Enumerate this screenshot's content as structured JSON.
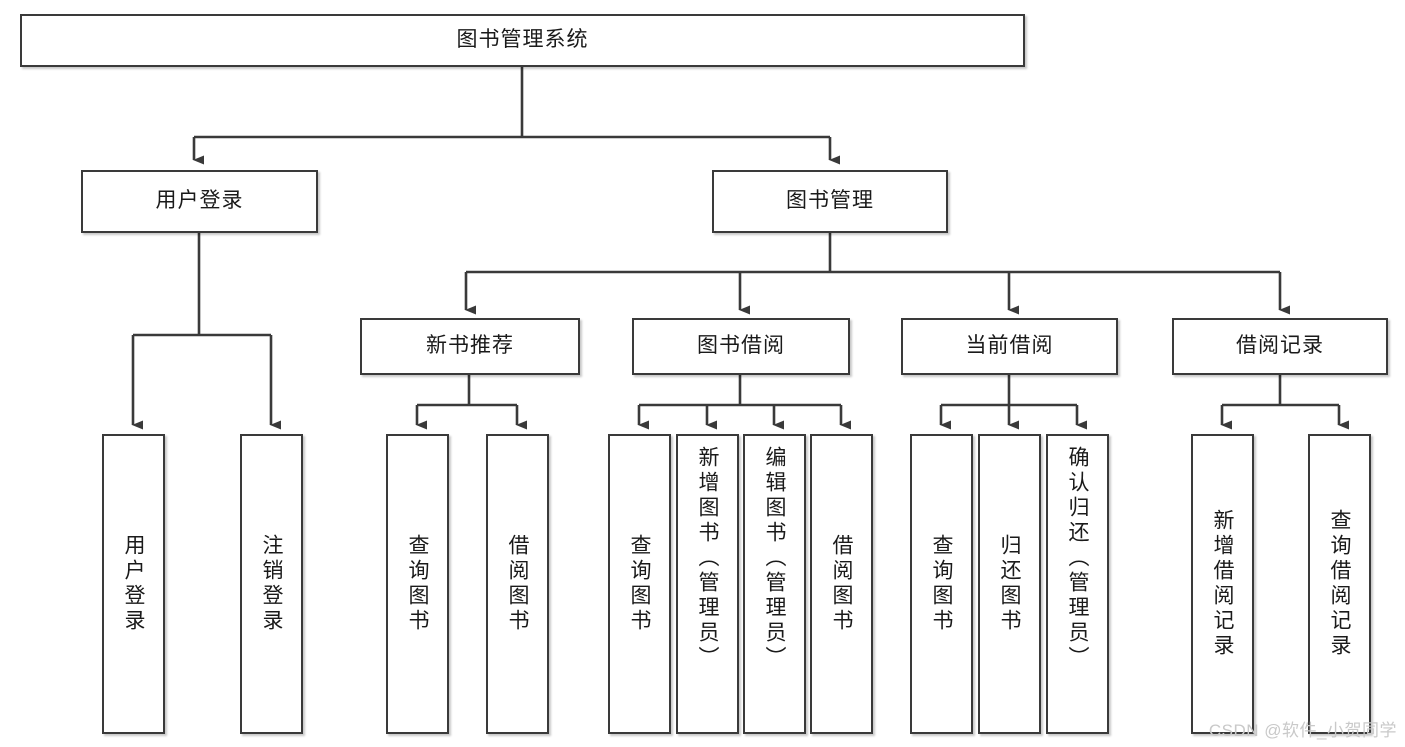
{
  "diagram": {
    "title_node": {
      "label": "图书管理系统"
    },
    "level2": [
      {
        "id": "user-login",
        "label": "用户登录"
      },
      {
        "id": "book-management",
        "label": "图书管理"
      }
    ],
    "level3": [
      {
        "id": "new-book-recommend",
        "label": "新书推荐"
      },
      {
        "id": "book-borrow",
        "label": "图书借阅"
      },
      {
        "id": "current-borrow",
        "label": "当前借阅"
      },
      {
        "id": "borrow-record",
        "label": "借阅记录"
      }
    ],
    "leaves": [
      {
        "id": "leaf-user-login",
        "label": "用户登录",
        "parent": "user-login"
      },
      {
        "id": "leaf-logout-login",
        "label": "注销登录",
        "parent": "user-login"
      },
      {
        "id": "leaf-query-book-1",
        "label": "查询图书",
        "parent": "new-book-recommend"
      },
      {
        "id": "leaf-borrow-book-1",
        "label": "借阅图书",
        "parent": "new-book-recommend"
      },
      {
        "id": "leaf-query-book-2",
        "label": "查询图书",
        "parent": "book-borrow"
      },
      {
        "id": "leaf-add-book-admin",
        "label": "新增图书（管理员）",
        "parent": "book-borrow"
      },
      {
        "id": "leaf-edit-book-admin",
        "label": "编辑图书（管理员）",
        "parent": "book-borrow"
      },
      {
        "id": "leaf-borrow-book-2",
        "label": "借阅图书",
        "parent": "book-borrow"
      },
      {
        "id": "leaf-query-book-3",
        "label": "查询图书",
        "parent": "current-borrow"
      },
      {
        "id": "leaf-return-book",
        "label": "归还图书",
        "parent": "current-borrow"
      },
      {
        "id": "leaf-confirm-return-admin",
        "label": "确认归还（管理员）",
        "parent": "current-borrow"
      },
      {
        "id": "leaf-add-borrow-record",
        "label": "新增借阅记录",
        "parent": "borrow-record"
      },
      {
        "id": "leaf-query-borrow-record",
        "label": "查询借阅记录",
        "parent": "borrow-record"
      }
    ],
    "watermark": "CSDN @软件_小贺同学",
    "colors": {
      "node_border": "#3a3a3a",
      "node_fill": "#ffffff",
      "connector": "#3a3a3a",
      "text": "#1a1a1a",
      "watermark": "#c9c9c9",
      "background": "#ffffff"
    }
  }
}
